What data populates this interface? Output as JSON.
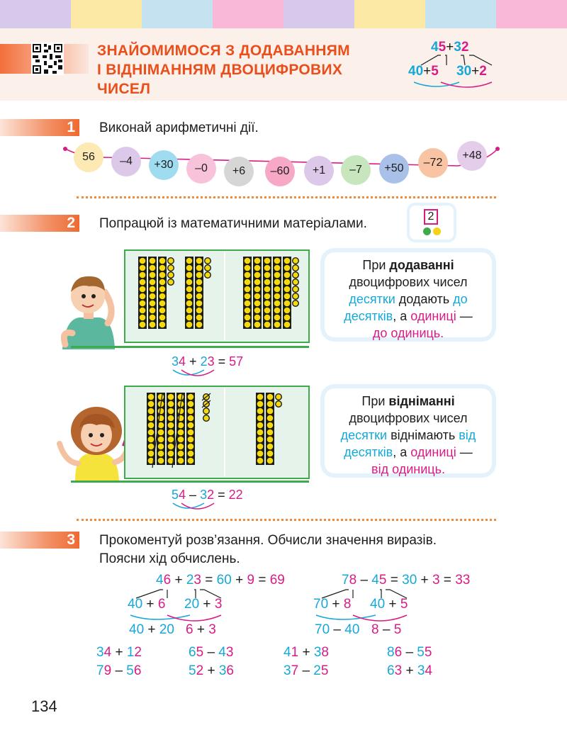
{
  "header": {
    "title_lines": [
      "ЗНАЙОМИМОСЯ З ДОДАВАННЯМ",
      "І ВІДНІМАННЯМ ДВОЦИФРОВИХ",
      "ЧИСЕЛ"
    ],
    "example": {
      "top": "45 + 32",
      "top_a": "4",
      "top_b": "5",
      "top_op": "+",
      "top_c": "3",
      "top_d": "2",
      "left_a": "40",
      "left_op": "+",
      "left_b": "5",
      "right_a": "30",
      "right_op": "+",
      "right_b": "2"
    }
  },
  "colors": {
    "accent": "#e94e1b",
    "cyan": "#15a8d8",
    "magenta": "#d81b87",
    "green": "#3daa4b"
  },
  "task1": {
    "number": "1",
    "text": "Виконай арифметичні дії.",
    "beads": [
      {
        "label": "56",
        "color": "#fde9b3"
      },
      {
        "label": "–4",
        "color": "#dcc9ea"
      },
      {
        "label": "+30",
        "color": "#9fdcf0"
      },
      {
        "label": "–0",
        "color": "#f8c3da"
      },
      {
        "label": "+6",
        "color": "#d6d6d6"
      },
      {
        "label": "–60",
        "color": "#f7a8c6"
      },
      {
        "label": "+1",
        "color": "#dcc9ea"
      },
      {
        "label": "–7",
        "color": "#c8e6bd"
      },
      {
        "label": "+50",
        "color": "#a9c0e8"
      },
      {
        "label": "–72",
        "color": "#f8c4a4"
      },
      {
        "label": "+48",
        "color": "#e4cdeb"
      }
    ]
  },
  "task2": {
    "number": "2",
    "text": "Попрацюй із математичними матеріалами.",
    "badge": "2",
    "info1": {
      "l1a": "При ",
      "l1b": "додаванні",
      "l2": "двоцифрових чисел",
      "l3a": "десятки",
      "l3b": " додають ",
      "l3c": "до",
      "l4a": "десятків",
      "l4b": ", а ",
      "l4c": "одиниці",
      "l4d": " —",
      "l5": "до одиниць."
    },
    "eq1": {
      "a1": "3",
      "a2": "4",
      "op": "+",
      "b1": "2",
      "b2": "3",
      "eq": "=",
      "r": "57"
    },
    "info2": {
      "l1a": "При ",
      "l1b": "відніманні",
      "l2": "двоцифрових чисел",
      "l3a": "десятки",
      "l3b": " віднімають ",
      "l3c": "від",
      "l4a": "десятків",
      "l4b": ", а ",
      "l4c": "одиниці",
      "l4d": " —",
      "l5": "від одиниць."
    },
    "eq2": {
      "a1": "5",
      "a2": "4",
      "op": "–",
      "b1": "3",
      "b2": "2",
      "eq": "=",
      "r": "22"
    }
  },
  "task3": {
    "number": "3",
    "line1": "Прокоментуй розв’язання. Обчисли значення виразів.",
    "line2": "Поясни хід обчислень.",
    "ex1": {
      "a1": "4",
      "a2": "6",
      "op": "+",
      "b1": "2",
      "b2": "3",
      "eq1": "=",
      "r1": "60",
      "op2": "+",
      "r2": "9",
      "eq2": "=",
      "r3": "69",
      "s1a": "40",
      "s1op": "+",
      "s1b": "6",
      "s2a": "20",
      "s2op": "+",
      "s2b": "3",
      "t1a": "40",
      "t1op": "+",
      "t1b": "20",
      "t2a": "6",
      "t2op": "+",
      "t2b": "3"
    },
    "ex2": {
      "a1": "7",
      "a2": "8",
      "op": "–",
      "b1": "4",
      "b2": "5",
      "eq1": "=",
      "r1": "30",
      "op2": "+",
      "r2": "3",
      "eq2": "=",
      "r3": "33",
      "s1a": "70",
      "s1op": "+",
      "s1b": "8",
      "s2a": "40",
      "s2op": "+",
      "s2b": "5",
      "t1a": "70",
      "t1op": "–",
      "t1b": "40",
      "t2a": "8",
      "t2op": "–",
      "t2b": "5"
    },
    "exercises": [
      [
        {
          "a1": "3",
          "a2": "4",
          "op": "+",
          "b1": "1",
          "b2": "2"
        },
        {
          "a1": "7",
          "a2": "9",
          "op": "–",
          "b1": "5",
          "b2": "6"
        }
      ],
      [
        {
          "a1": "6",
          "a2": "5",
          "op": "–",
          "b1": "4",
          "b2": "3"
        },
        {
          "a1": "5",
          "a2": "2",
          "op": "+",
          "b1": "3",
          "b2": "6"
        }
      ],
      [
        {
          "a1": "4",
          "a2": "1",
          "op": "+",
          "b1": "3",
          "b2": "8"
        },
        {
          "a1": "3",
          "a2": "7",
          "op": "–",
          "b1": "2",
          "b2": "5"
        }
      ],
      [
        {
          "a1": "8",
          "a2": "6",
          "op": "–",
          "b1": "5",
          "b2": "5"
        },
        {
          "a1": "6",
          "a2": "3",
          "op": "+",
          "b1": "3",
          "b2": "4"
        }
      ]
    ]
  },
  "page_number": "134"
}
